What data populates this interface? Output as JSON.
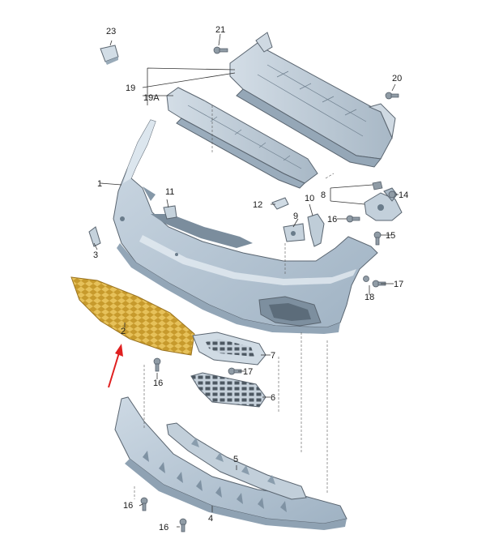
{
  "labels": {
    "p1": "1",
    "p2": "2",
    "p3": "3",
    "p4": "4",
    "p5": "5",
    "p6": "6",
    "p7": "7",
    "p8": "8",
    "p9": "9",
    "p10": "10",
    "p11": "11",
    "p12": "12",
    "p14": "14",
    "p15": "15",
    "p16a": "16",
    "p16b": "16",
    "p16c": "16",
    "p16d": "16",
    "p17a": "17",
    "p17b": "17",
    "p18": "18",
    "p19": "19",
    "p19a": "19A",
    "p20": "20",
    "p21": "21",
    "p23": "23"
  },
  "colors": {
    "part_fill": "#b9c8d6",
    "part_shadow": "#8fa2b3",
    "highlight": "#e0b84a",
    "arrow": "#e02020"
  }
}
